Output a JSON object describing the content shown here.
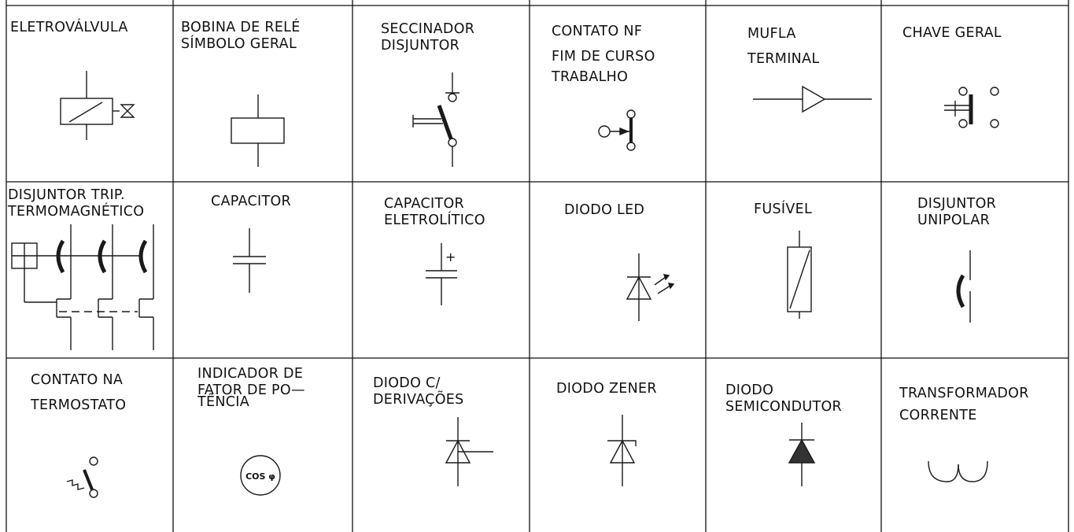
{
  "symbols": [
    {
      "name": "eletrovalvula",
      "lines": [
        "ELETROVÁLVULA"
      ]
    },
    {
      "name": "bobina-rele",
      "lines": [
        "BOBINA  DE RELÉ",
        "SÍMBOLO GERAL"
      ]
    },
    {
      "name": "seccinador-disjuntor",
      "lines": [
        "SECCINADOR",
        "DISJUNTOR"
      ]
    },
    {
      "name": "contato-nf",
      "lines": [
        "CONTATO NF",
        "FIM DE CURSO",
        "TRABALHO"
      ]
    },
    {
      "name": "mufla-terminal",
      "lines": [
        "MUFLA",
        "TERMINAL"
      ]
    },
    {
      "name": "chave-geral",
      "lines": [
        "CHAVE  GERAL"
      ]
    },
    {
      "name": "disjuntor-trip",
      "lines": [
        "DISJUNTOR TRIP.",
        "TERMOMAGNÉTICO"
      ]
    },
    {
      "name": "capacitor",
      "lines": [
        "CAPACITOR"
      ]
    },
    {
      "name": "capacitor-eletrolitico",
      "lines": [
        "CAPACITOR",
        "ELETROLÍTICO"
      ]
    },
    {
      "name": "diodo-led",
      "lines": [
        "DIODO  LED"
      ]
    },
    {
      "name": "fusivel",
      "lines": [
        "FUSÍVEL"
      ]
    },
    {
      "name": "disjuntor-unipolar",
      "lines": [
        "DISJUNTOR",
        "UNIPOLAR"
      ]
    },
    {
      "name": "contato-termostato",
      "lines": [
        "CONTATO  NA",
        "TERMOSTATO"
      ]
    },
    {
      "name": "indicador-fator",
      "lines": [
        "INDICADOR  DE",
        "FATOR  DE  PO—",
        "TÊNCIA"
      ]
    },
    {
      "name": "diodo-derivacoes",
      "lines": [
        "DIODO  C/",
        "DERIVAÇÕES"
      ]
    },
    {
      "name": "diodo-zener",
      "lines": [
        "DIODO  ZENER"
      ]
    },
    {
      "name": "diodo-semicondutor",
      "lines": [
        "DIODO",
        "SEMICONDUTOR"
      ]
    },
    {
      "name": "transformador-corrente",
      "lines": [
        "TRANSFORMADOR",
        "CORRENTE"
      ]
    }
  ],
  "cos_label": "COS φ",
  "electrolytic_plus": "+"
}
